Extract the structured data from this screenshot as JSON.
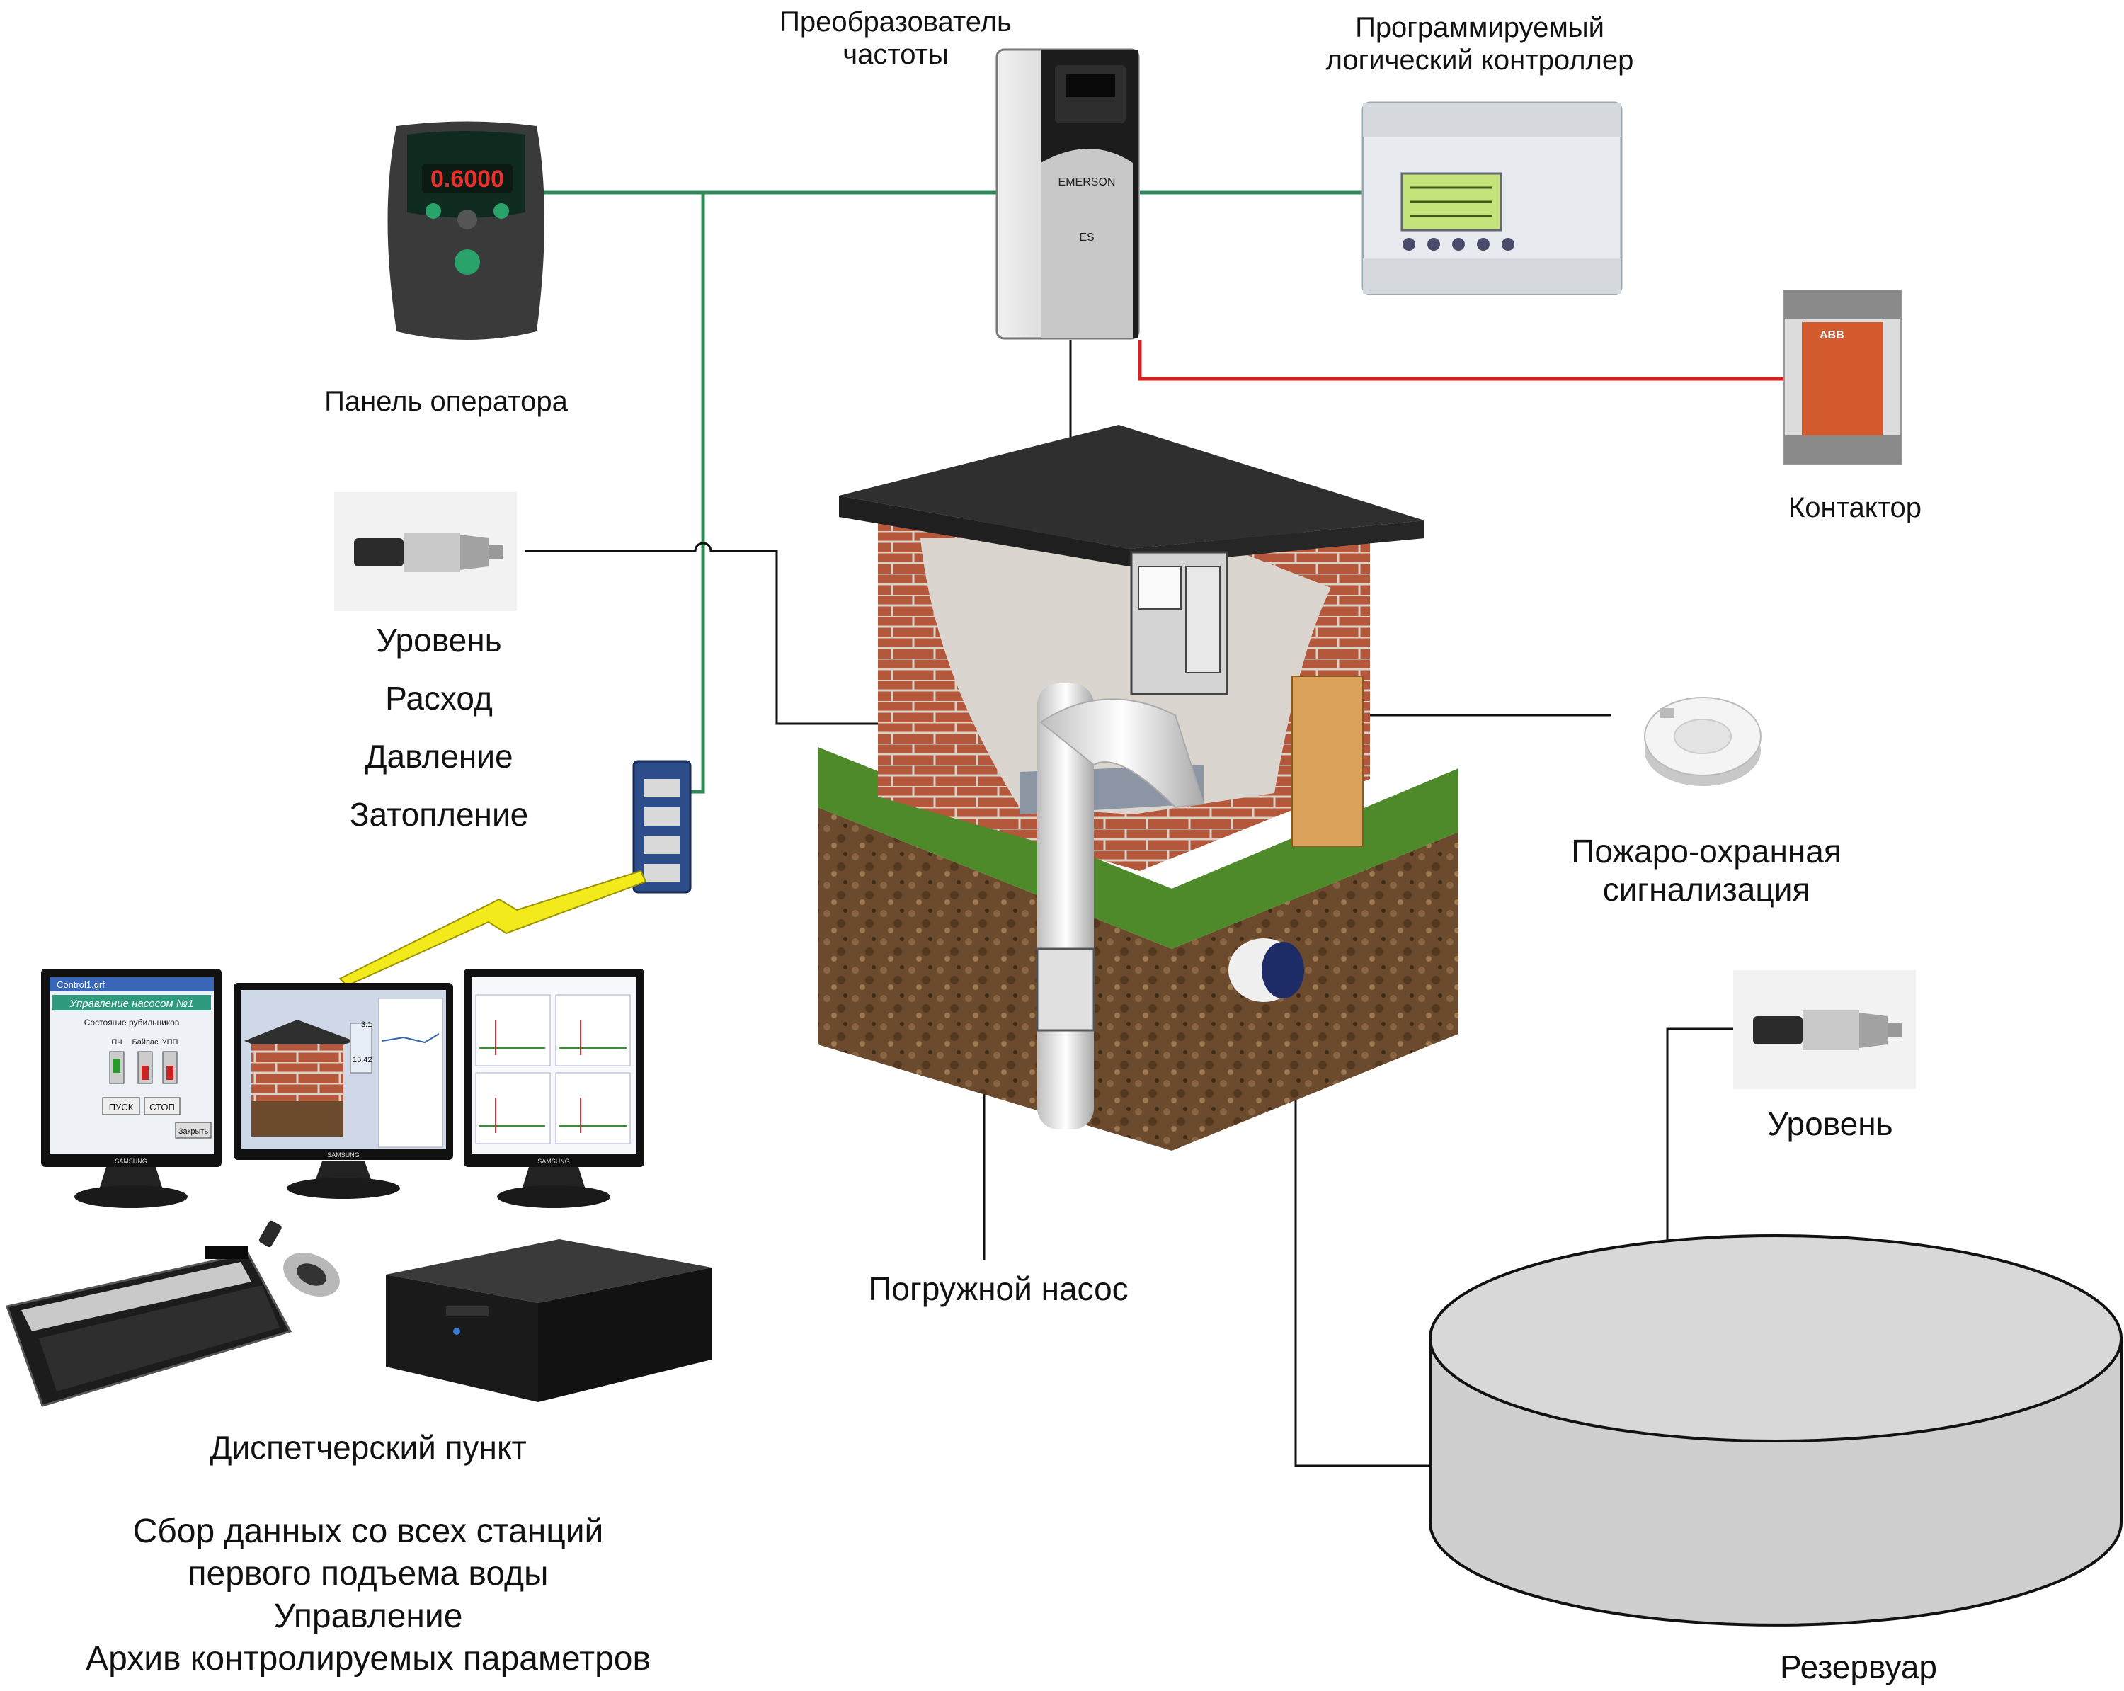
{
  "labels": {
    "vfd": [
      "Преобразователь",
      "частоты"
    ],
    "plc": [
      "Программируемый",
      "логический контроллер"
    ],
    "operator_panel": "Панель оператора",
    "contactor": "Контактор",
    "sensors": [
      "Уровень",
      "Расход",
      "Давление",
      "Затопление"
    ],
    "fire_alarm": [
      "Пожаро-охранная",
      "сигнализация"
    ],
    "tank_level": "Уровень",
    "pump": "Погружной насос",
    "tank": "Резервуар",
    "dispatch_title": "Диспетчерский пункт",
    "dispatch_desc": [
      "Сбор данных со всех станций",
      "первого подъема воды",
      "Управление",
      "Архив контролируемых параметров"
    ]
  },
  "device_text": {
    "panel_display": "0.6000",
    "vfd_brand": "EMERSON",
    "vfd_model": "ES",
    "contactor_brand": "ABB"
  },
  "screen_text": {
    "window_title": "Control1.grf",
    "pump_title": "Управление насосом №1",
    "breaker_state": "Состояние рубильников",
    "switch_labels": [
      "ПЧ",
      "Байпас",
      "УПП"
    ],
    "start": "ПУСК",
    "stop": "СТОП",
    "close": "Закрыть",
    "readings": [
      "3.1",
      "15.42"
    ],
    "monitor_brand": "SAMSUNG"
  },
  "colors": {
    "green_link": "#2e8b57",
    "red_link": "#d42020",
    "black_link": "#111111",
    "roof": "#2f2f2f",
    "brick": "#b5573a",
    "soil": "#6b4a2e",
    "grass": "#4f8a2a",
    "tank_fill": "#cfcfcf",
    "bolt": "#f3ea1c"
  }
}
